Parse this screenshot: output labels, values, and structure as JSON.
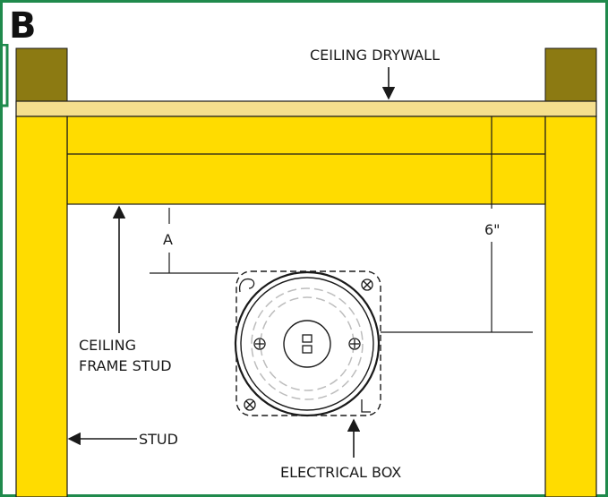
{
  "panel_letter": "B",
  "labels": {
    "ceiling_drywall": "CEILING DRYWALL",
    "dimension_a": "A",
    "dimension_six": "6\"",
    "ceiling_frame_stud_line1": "CEILING",
    "ceiling_frame_stud_line2": "FRAME STUD",
    "stud": "STUD",
    "electrical_box": "ELECTRICAL BOX"
  },
  "colors": {
    "frame_border": "#1f8a4c",
    "lumber_yellow": "#ffdc00",
    "lumber_dark": "#8c7a12",
    "drywall": "#f5df8e",
    "line": "#1a1a1a"
  }
}
